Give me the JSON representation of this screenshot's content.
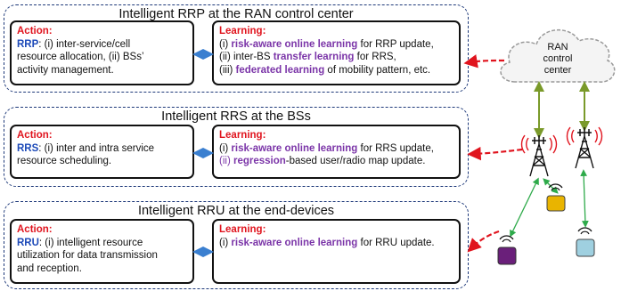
{
  "panels": [
    {
      "title": "Intelligent RRP at the RAN control center",
      "action": {
        "heading": "Action",
        "abbr": "RRP",
        "lines": [
          ": (i) inter-service/cell",
          "resource allocation, (ii) BSs’",
          "activity management."
        ]
      },
      "learning": {
        "heading": "Learning",
        "items": [
          {
            "prefix": "(i) ",
            "highlight": "risk-aware online learning",
            "suffix": " for RRP update,"
          },
          {
            "prefix": "(ii) inter-BS ",
            "highlight": "transfer learning",
            "suffix": " for RRS,"
          },
          {
            "prefix": "(iii) ",
            "highlight": "federated learning",
            "suffix": " of mobility pattern, etc."
          }
        ]
      }
    },
    {
      "title": "Intelligent RRS at the BSs",
      "action": {
        "heading": "Action",
        "abbr": "RRS",
        "lines": [
          ": (i) inter and intra service",
          "resource scheduling."
        ]
      },
      "learning": {
        "heading": "Learning",
        "items": [
          {
            "prefix": "(i) ",
            "highlight": "risk-aware online learning",
            "suffix": " for RRS update,"
          },
          {
            "prefix": "(ii) ",
            "highlight": "regression",
            "suffix": "-based user/radio map update."
          }
        ]
      }
    },
    {
      "title": "Intelligent RRU at the end-devices",
      "action": {
        "heading": "Action",
        "abbr": "RRU",
        "lines": [
          ": (i) intelligent resource",
          "utilization for data transmission",
          "and reception."
        ]
      },
      "learning": {
        "heading": "Learning",
        "items": [
          {
            "prefix": "(i) ",
            "highlight": "risk-aware online learning",
            "suffix": " for RRU update."
          }
        ]
      }
    }
  ],
  "cloud": {
    "lines": [
      "RAN",
      "control",
      "center"
    ]
  },
  "icons": [
    "cloud-icon",
    "bs-tower-icon",
    "user-device-icon"
  ],
  "colors": {
    "action_heading": "#e0141e",
    "abbr": "#1c49b8",
    "highlight": "#7b35a8",
    "panel_border": "#1f3a7a",
    "link_arrow": "#3a7fd0",
    "feedback_arrow": "#e0141e",
    "backhaul": "#7a9a2a",
    "wireless": "#2eaa4a",
    "devices": [
      "#e9b400",
      "#6a1f7a",
      "#9fd0e0"
    ]
  }
}
